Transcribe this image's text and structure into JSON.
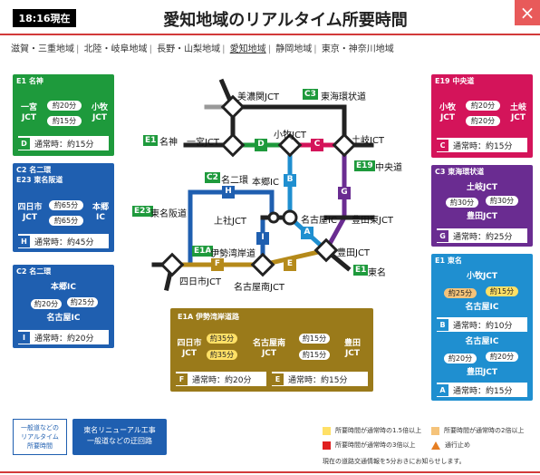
{
  "header": {
    "time": "18:16現在",
    "title": "愛知地域のリアルタイム所要時間",
    "close": "×"
  },
  "regions": [
    "滋賀・三重地域",
    "北陸・岐阜地域",
    "長野・山梨地域",
    "愛知地域",
    "静岡地域",
    "東京・神奈川地域"
  ],
  "colors": {
    "green": "#1e9a3c",
    "blue": "#1f5fb0",
    "magenta": "#d4145a",
    "purple": "#6a2c91",
    "olive": "#9a7a1a",
    "gold": "#b58a1a",
    "cyan": "#1f8fd0",
    "black": "#222",
    "gray": "#999"
  },
  "cards": {
    "e1_meishin": {
      "header": "E1 名神",
      "left": "一宮\nJCT",
      "right": "小牧\nJCT",
      "t1": "約20分",
      "t2": "約15分",
      "badge": "D",
      "normal": "通常時：約15分"
    },
    "c2_e23": {
      "header": "C2 名二環\nE23 東名阪道",
      "left": "四日市\nJCT",
      "right": "本郷\nIC",
      "t1": "約65分",
      "t2": "約65分",
      "badge": "H",
      "normal": "通常時：約45分"
    },
    "c2_meinikan": {
      "header": "C2 名二環",
      "top": "本郷IC",
      "bottom": "名古屋IC",
      "t1": "約20分",
      "t2": "約25分",
      "badge": "I",
      "normal": "通常時：約20分"
    },
    "e19": {
      "header": "E19 中央道",
      "left": "小牧\nJCT",
      "right": "土岐\nJCT",
      "t1": "約20分",
      "t2": "約20分",
      "badge": "C",
      "normal": "通常時：約15分"
    },
    "c3": {
      "header": "C3 東海環状道",
      "top": "土岐JCT",
      "bottom": "豊田JCT",
      "t1": "約30分",
      "t2": "約30分",
      "badge": "G",
      "normal": "通常時：約25分"
    },
    "e1_tomei": {
      "header": "E1 東名",
      "top": "小牧JCT",
      "mid": "名古屋IC",
      "mid2": "名古屋IC",
      "bottom": "豊田JCT",
      "t1": "約25分",
      "t2": "約15分",
      "t3": "約20分",
      "t4": "約20分",
      "badge_b": "B",
      "normal_b": "通常時：約10分",
      "badge_a": "A",
      "normal_a": "通常時：約15分"
    },
    "e1a": {
      "header": "E1A 伊勢湾岸道路",
      "left": "四日市\nJCT",
      "mid": "名古屋南\nJCT",
      "right": "豊田\nJCT",
      "t1": "約35分",
      "t2": "約35分",
      "t3": "約15分",
      "t4": "約15分",
      "badge_f": "F",
      "normal_f": "通常時：約20分",
      "badge_e": "E",
      "normal_e": "通常時：約15分"
    }
  },
  "map": {
    "labels": {
      "mino": "美濃関JCT",
      "c3": "東海環状道",
      "komaki": "小牧JCT",
      "ichinomiya": "一宮JCT",
      "meishin": "名神",
      "toki": "土岐JCT",
      "chuodo": "中央道",
      "meinikan": "名二環",
      "hongo": "本郷IC",
      "tomeihan": "東名阪道",
      "kamiyashiro": "上社JCT",
      "nagoyaic": "名古屋IC",
      "toyotahigashi": "豊田東JCT",
      "isewangan": "伊勢湾岸道",
      "toyota": "豊田JCT",
      "tomei": "東名",
      "yokkaichi": "四日市JCT",
      "nagoyaminami": "名古屋南JCT"
    },
    "tags": {
      "c3": "C3",
      "e1": "E1",
      "e19": "E19",
      "c2": "C2",
      "e23": "E23",
      "e1a": "E1A",
      "e1b": "E1"
    },
    "segments": {
      "A": "A",
      "B": "B",
      "C": "C",
      "D": "D",
      "E": "E",
      "F": "F",
      "G": "G",
      "H": "H",
      "I": "I"
    }
  },
  "footer": {
    "box1": "一般道などの\nリアルタイム\n所要時間",
    "box2": "東名リニューアル工事\n一般道などの迂回路",
    "legend": [
      "所要時間が通常時の1.5倍以上",
      "所要時間が通常時の2倍以上",
      "所要時間が通常時の3倍以上",
      "通行止め"
    ],
    "note": "現在の道路交通情報を5分おきにお知らせします。"
  }
}
